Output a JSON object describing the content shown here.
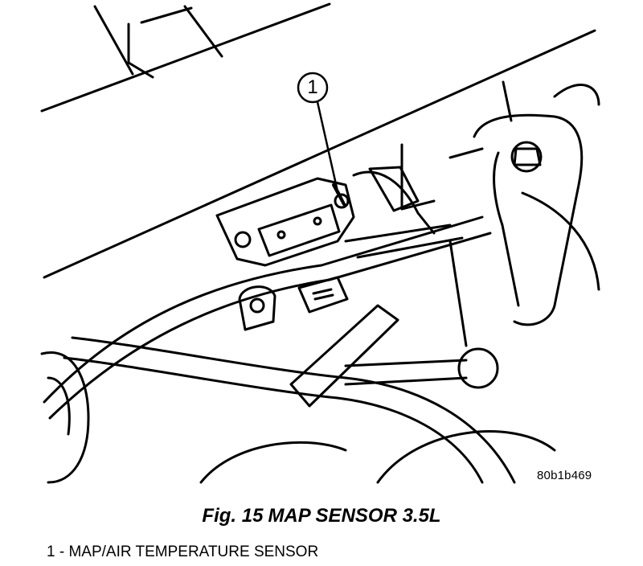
{
  "figure": {
    "callout_number": "1",
    "reference_code": "80b1b469",
    "caption_prefix": "Fig. 15",
    "caption_title": "MAP SENSOR 3.5L",
    "legend_item": "1 - MAP/AIR TEMPERATURE SENSOR"
  }
}
